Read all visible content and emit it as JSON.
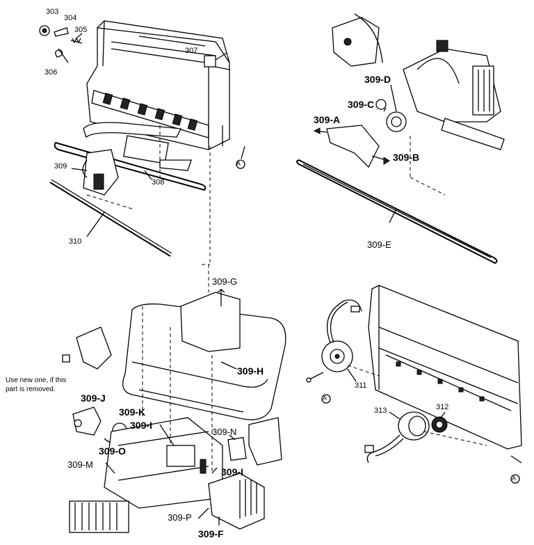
{
  "labels": {
    "p303": "303",
    "p304": "304",
    "p305": "305",
    "p306": "306",
    "p307": "307",
    "p308": "308",
    "p309": "309",
    "p310": "310",
    "p309A": "309-A",
    "p309B": "309-B",
    "p309C": "309-C",
    "p309D": "309-D",
    "p309E": "309-E",
    "p309F": "309-F",
    "p309G": "309-G",
    "p309H": "309-H",
    "p309I_top": "309-I",
    "p309I_bottom": "309-I",
    "p309J": "309-J",
    "p309K": "309-K",
    "p309M": "309-M",
    "p309N": "309-N",
    "p309O": "309-O",
    "p309P": "309-P",
    "p311": "311",
    "p312": "312",
    "p313": "313",
    "refA_top": "A",
    "refA_mid": "A",
    "refA_bottom": "A"
  },
  "note": {
    "line1": "Use new one, if this",
    "line2": "part is removed."
  }
}
